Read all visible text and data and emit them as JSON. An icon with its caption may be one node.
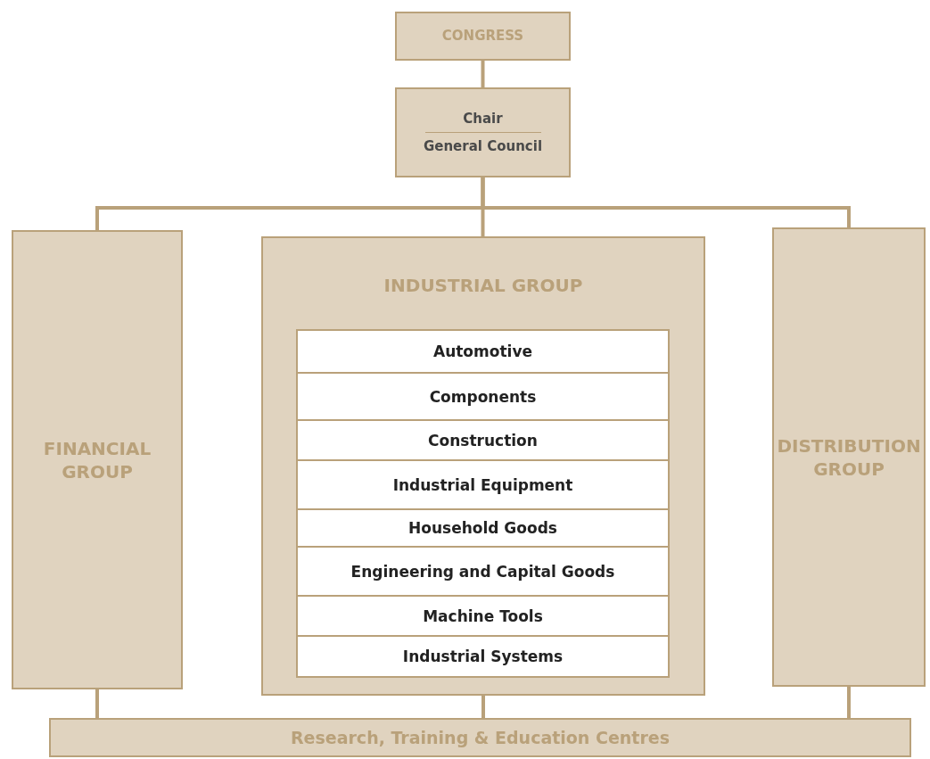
{
  "diagram": {
    "nodes": [
      {
        "text": [
          "CONGRESS"
        ]
      },
      {
        "text": [
          "Chair",
          "General Council"
        ]
      },
      {
        "text": [
          "FINANCIAL GROUP"
        ]
      },
      {
        "text": [
          "INDUSTRIAL GROUP"
        ]
      },
      {
        "text": [
          "Automotive"
        ],
        "in": 3
      },
      {
        "text": [
          "Components"
        ],
        "in": 3
      },
      {
        "text": [
          "Construction"
        ],
        "in": 3
      },
      {
        "text": [
          "Industrial Equipment"
        ],
        "in": 3
      },
      {
        "text": [
          "Household Goods"
        ],
        "in": 3
      },
      {
        "text": [
          "Engineering and Capital Goods"
        ],
        "in": 3
      },
      {
        "text": [
          "Machine Tools"
        ],
        "in": 3
      },
      {
        "text": [
          "Industrial Systems"
        ],
        "in": 3
      },
      {
        "text": [
          "DISTRIBUTION GROUP"
        ]
      },
      {
        "text": [
          "Research, Training & Education Centres"
        ]
      }
    ],
    "edges": [
      {
        "from": 0,
        "to": 1,
        "arrow": "none"
      },
      {
        "from": 1,
        "to": 2,
        "arrow": "none"
      },
      {
        "from": 1,
        "to": 3,
        "arrow": "none"
      },
      {
        "from": 1,
        "to": 12,
        "arrow": "none"
      },
      {
        "from": 2,
        "to": 13,
        "arrow": "none"
      },
      {
        "from": 3,
        "to": 13,
        "arrow": "none"
      },
      {
        "from": 12,
        "to": 13,
        "arrow": "none"
      }
    ]
  }
}
